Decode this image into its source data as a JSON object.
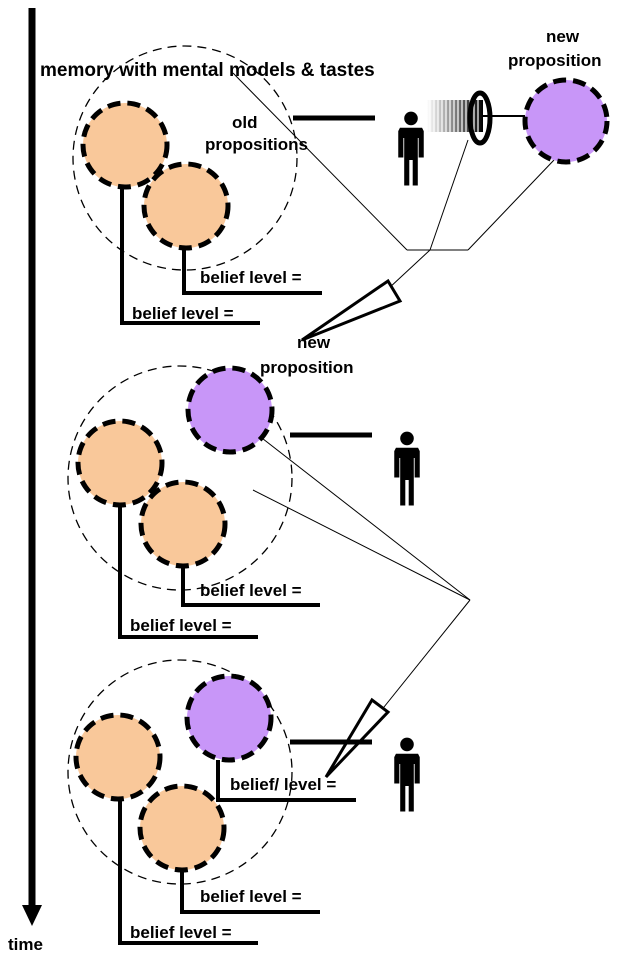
{
  "colors": {
    "old_proposition_fill": "#F9C89A",
    "new_proposition_fill": "#C896F8",
    "ink": "#000000",
    "background": "#FFFFFF"
  },
  "labels": {
    "time": "time",
    "memory": "memory with mental models & tastes",
    "old_propositions_line1": "old",
    "old_propositions_line2": "propositions",
    "new_proposition_top_line1": "new",
    "new_proposition_top_line2": "proposition",
    "new_proposition_mid_line1": "new",
    "new_proposition_mid_line2": "proposition"
  },
  "panels": [
    {
      "belief_labels": [
        "belief level =",
        "belief level ="
      ]
    },
    {
      "belief_labels": [
        "belief level =",
        "belief level ="
      ]
    },
    {
      "belief_labels": [
        "belief/ level =",
        "belief level =",
        "belief level ="
      ]
    }
  ],
  "icons": {
    "person": "person-icon",
    "ear": "ear-icon",
    "sound": "sound-waves-icon",
    "speaker_cone": "speaker-cone-icon"
  }
}
